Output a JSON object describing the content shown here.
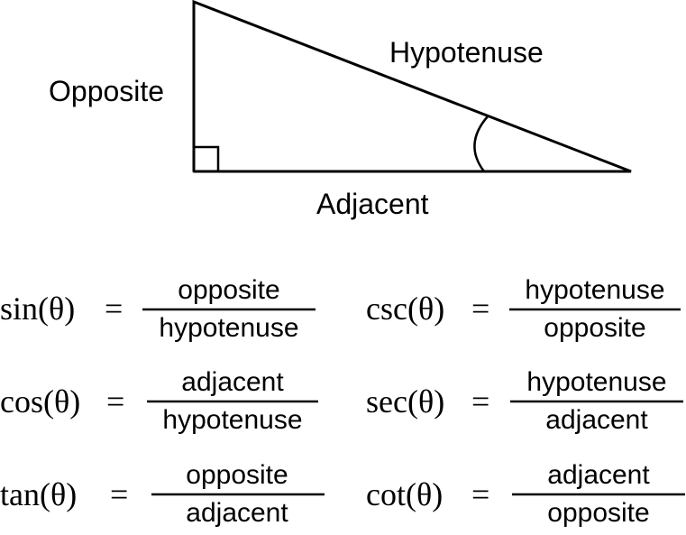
{
  "triangle": {
    "labels": {
      "opposite": "Opposite",
      "hypotenuse": "Hypotenuse",
      "adjacent": "Adjacent"
    }
  },
  "formulas": {
    "sin": {
      "func": "sin(θ)",
      "equals": "=",
      "numerator": "opposite",
      "denominator": "hypotenuse"
    },
    "cos": {
      "func": "cos(θ)",
      "equals": "=",
      "numerator": "adjacent",
      "denominator": "hypotenuse"
    },
    "tan": {
      "func": "tan(θ)",
      "equals": "=",
      "numerator": "opposite",
      "denominator": "adjacent"
    },
    "csc": {
      "func": "csc(θ)",
      "equals": "=",
      "numerator": "hypotenuse",
      "denominator": "opposite"
    },
    "sec": {
      "func": "sec(θ)",
      "equals": "=",
      "numerator": "hypotenuse",
      "denominator": "adjacent"
    },
    "cot": {
      "func": "cot(θ)",
      "equals": "=",
      "numerator": "adjacent",
      "denominator": "opposite"
    }
  }
}
